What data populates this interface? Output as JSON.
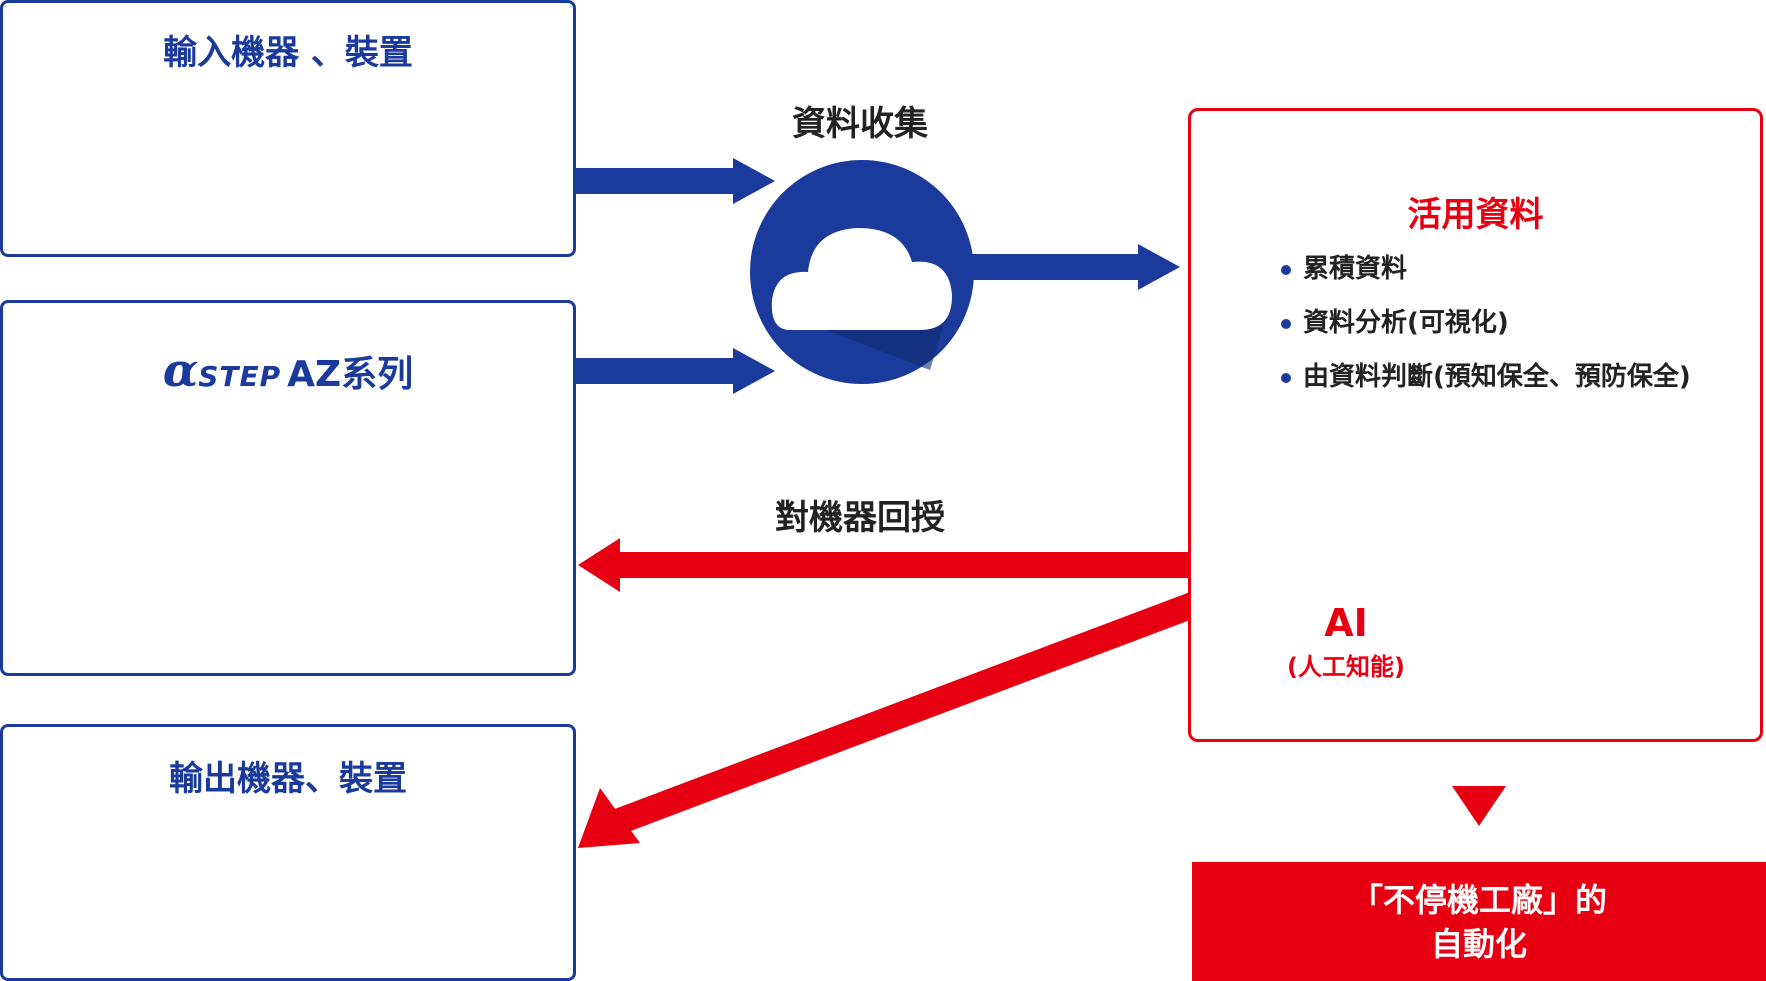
{
  "input_box": {
    "title": "輸入機器 、裝置"
  },
  "motor_box": {
    "logo_alpha": "α",
    "logo_step": "STEP",
    "series": "AZ系列"
  },
  "output_box": {
    "title": "輸出機器、裝置"
  },
  "arrows": {
    "collect_label": "資料收集",
    "feedback_label": "對機器回授"
  },
  "utilize": {
    "title": "活用資料",
    "bullets": [
      "累積資料",
      "資料分析(可視化)",
      "由資料判斷(預知保全、預防保全)"
    ],
    "ai_title": "AI",
    "ai_sub": "(人工知能)"
  },
  "result": {
    "line1": "「不停機工廠」的",
    "line2": "自動化"
  },
  "colors": {
    "blue": "#1a3a9c",
    "red": "#e60012"
  }
}
